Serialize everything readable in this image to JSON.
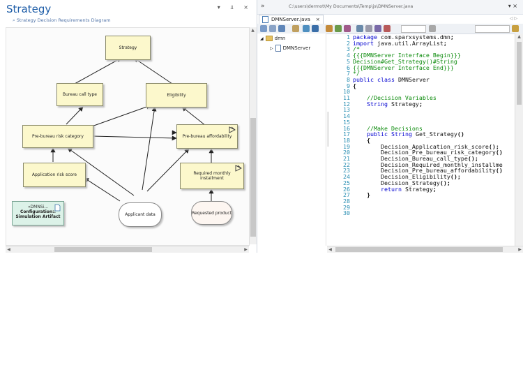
{
  "left_panel": {
    "title": "Strategy",
    "controls": "▾ ⫫ ×",
    "breadcrumb_icon": "diagram-icon",
    "breadcrumb": "Strategy  Decision Requirements Diagram",
    "nodes": {
      "strategy": "Strategy",
      "bureau_call_type": "Bureau call type",
      "eligibility": "Eligibility",
      "pre_bureau_risk": "Pre-bureau risk category",
      "pre_bureau_afford": "Pre-bureau affordability",
      "app_risk": "Application risk score",
      "req_monthly": "Required monthly installment",
      "applicant_data": "Applicant data",
      "requested_product": "Requested product"
    },
    "artifact": {
      "stereotype": "«DMNSi...",
      "line1": "Configuration::",
      "line2": "Simulation Artifact"
    }
  },
  "right_panel": {
    "nav_icon": "»",
    "path": "C:\\users\\dermot\\My Documents\\Temp\\js\\DMNServer.java",
    "window_controls": "▾ ×",
    "tab_label": "DMNServer.java",
    "tab_close": "×",
    "tab_nav": "◁ ▷",
    "tree": [
      {
        "label": "dmn",
        "expanded": true
      },
      {
        "label": "DMNServer",
        "expanded": false
      }
    ]
  },
  "code_lines": [
    {
      "n": "1",
      "t": "package com.sparxsystems.dmn;"
    },
    {
      "n": "2",
      "t": "import java.util.ArrayList;"
    },
    {
      "n": "3",
      "t": "/*"
    },
    {
      "n": "4",
      "t": "{{{DMNServer Interface Begin}}}"
    },
    {
      "n": "5",
      "t": "Decision#Get_Strategy()#String"
    },
    {
      "n": "6",
      "t": "{{{DMNServer Interface End}}}"
    },
    {
      "n": "7",
      "t": "*/"
    },
    {
      "n": "8",
      "t": "public class DMNServer"
    },
    {
      "n": "9",
      "t": "{"
    },
    {
      "n": "10",
      "t": ""
    },
    {
      "n": "11",
      "t": "    //Decision Variables"
    },
    {
      "n": "12",
      "t": "    String Strategy;"
    },
    {
      "n": "13",
      "t": ""
    },
    {
      "n": "14",
      "t": ""
    },
    {
      "n": "15",
      "t": ""
    },
    {
      "n": "16",
      "t": "    //Make Decisions"
    },
    {
      "n": "17",
      "t": "    public String Get_Strategy()"
    },
    {
      "n": "18",
      "t": "    {"
    },
    {
      "n": "19",
      "t": "        Decision_Application_risk_score();"
    },
    {
      "n": "20",
      "t": "        Decision_Pre_bureau_risk_category()"
    },
    {
      "n": "21",
      "t": "        Decision_Bureau_call_type();"
    },
    {
      "n": "22",
      "t": "        Decision_Required_monthly_installme"
    },
    {
      "n": "23",
      "t": "        Decision_Pre_bureau_affordability()"
    },
    {
      "n": "24",
      "t": "        Decision_Eligibility();"
    },
    {
      "n": "25",
      "t": "        Decision_Strategy();"
    },
    {
      "n": "26",
      "t": "        return Strategy;"
    },
    {
      "n": "27",
      "t": "    }"
    },
    {
      "n": "28",
      "t": ""
    },
    {
      "n": "29",
      "t": ""
    },
    {
      "n": "30",
      "t": ""
    }
  ],
  "colors": {
    "decision_fill": "#fcf8cc",
    "artifact_fill": "#dcf2e8",
    "title_blue": "#1f5ea8",
    "keyword": "#0000d0",
    "comment": "#0a8a0a",
    "line_number": "#2b8fb3"
  }
}
